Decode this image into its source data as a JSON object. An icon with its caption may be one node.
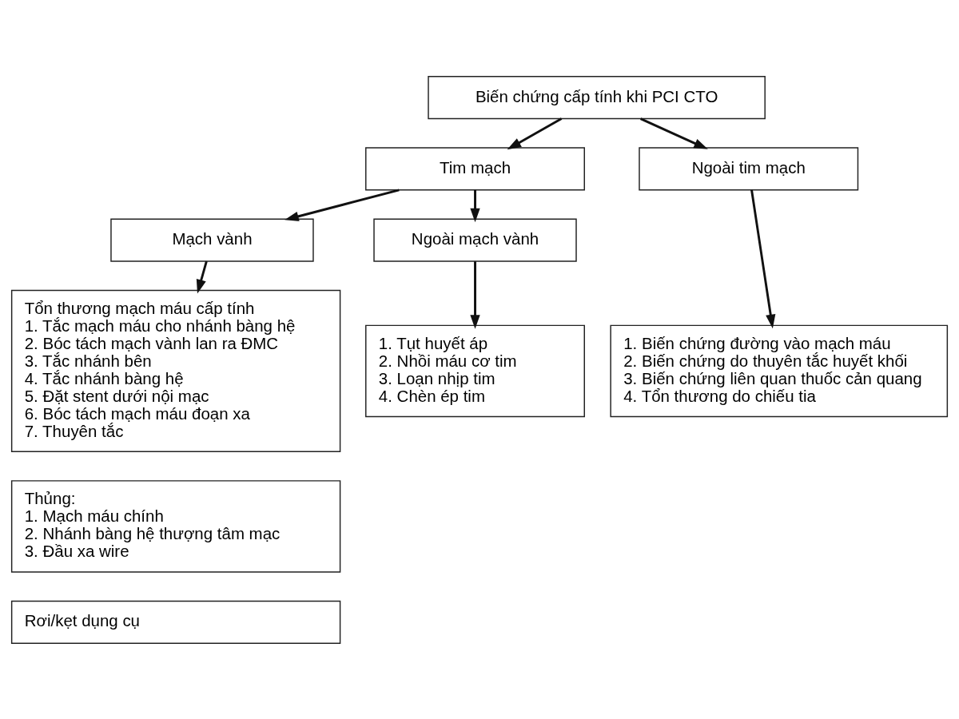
{
  "diagram": {
    "nodes": [
      {
        "text": [
          "Biến chứng cấp tính khi PCI CTO"
        ]
      },
      {
        "text": [
          "Tim mạch"
        ]
      },
      {
        "text": [
          "Ngoài tim mạch"
        ]
      },
      {
        "text": [
          "Mạch vành"
        ]
      },
      {
        "text": [
          "Ngoài mạch vành"
        ]
      },
      {
        "text": [
          "Tổn thương mạch máu cấp tính",
          "1. Tắc mạch máu cho nhánh bàng hệ",
          "2. Bóc tách mạch vành lan ra ĐMC",
          "3. Tắc nhánh bên",
          "4. Tắc nhánh bàng hệ",
          "5. Đặt stent dưới nội mạc",
          "6. Bóc tách mạch máu đoạn xa",
          "7. Thuyên tắc"
        ]
      },
      {
        "text": [
          "1. Tụt huyết áp",
          "2. Nhồi máu cơ tim",
          "3. Loạn nhịp tim",
          "4. Chèn ép tim"
        ]
      },
      {
        "text": [
          "1. Biến chứng đường vào mạch máu",
          "2. Biến chứng do thuyên tắc huyết khối",
          "3. Biến chứng liên quan thuốc cản quang",
          "4. Tổn thương do chiếu tia"
        ]
      },
      {
        "text": [
          "Thủng:",
          "1. Mạch máu chính",
          "2. Nhánh bàng hệ thượng tâm mạc",
          "3. Đầu xa wire"
        ]
      },
      {
        "text": [
          "Rơi/kẹt dụng cụ"
        ]
      }
    ],
    "edges": [
      {
        "from": 0,
        "to": 1,
        "arrow": "to"
      },
      {
        "from": 0,
        "to": 2,
        "arrow": "to"
      },
      {
        "from": 1,
        "to": 3,
        "arrow": "to"
      },
      {
        "from": 1,
        "to": 4,
        "arrow": "to"
      },
      {
        "from": 3,
        "to": 5,
        "arrow": "to"
      },
      {
        "from": 4,
        "to": 6,
        "arrow": "to"
      },
      {
        "from": 2,
        "to": 7,
        "arrow": "to"
      }
    ]
  }
}
